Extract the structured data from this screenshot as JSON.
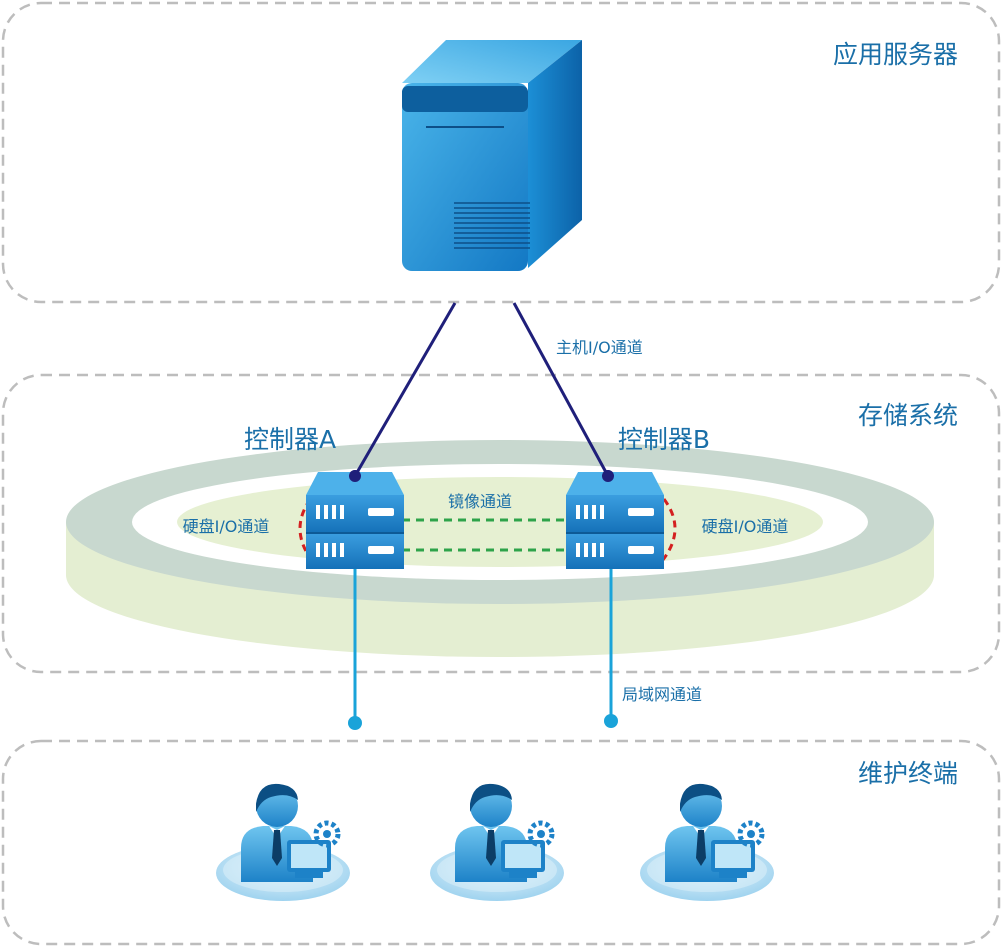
{
  "zones": {
    "app_server": "应用服务器",
    "storage_system": "存储系统",
    "maintenance_terminal": "维护终端"
  },
  "controllers": {
    "a": "控制器A",
    "b": "控制器B"
  },
  "channels": {
    "host_io": "主机I/O通道",
    "mirror": "镜像通道",
    "disk_io_left": "硬盘I/O通道",
    "disk_io_right": "硬盘I/O通道",
    "lan": "局域网通道"
  },
  "terminals": [
    {
      "icon": "user-terminal-icon"
    },
    {
      "icon": "user-terminal-icon"
    },
    {
      "icon": "user-terminal-icon"
    }
  ],
  "colors": {
    "host_link": "#1f1f7a",
    "mirror_link": "#2ea34a",
    "disk_loop": "#d42020",
    "lan_link": "#1aa3d9",
    "zone_border": "#bdbdbd",
    "label": "#1a6fa8"
  }
}
